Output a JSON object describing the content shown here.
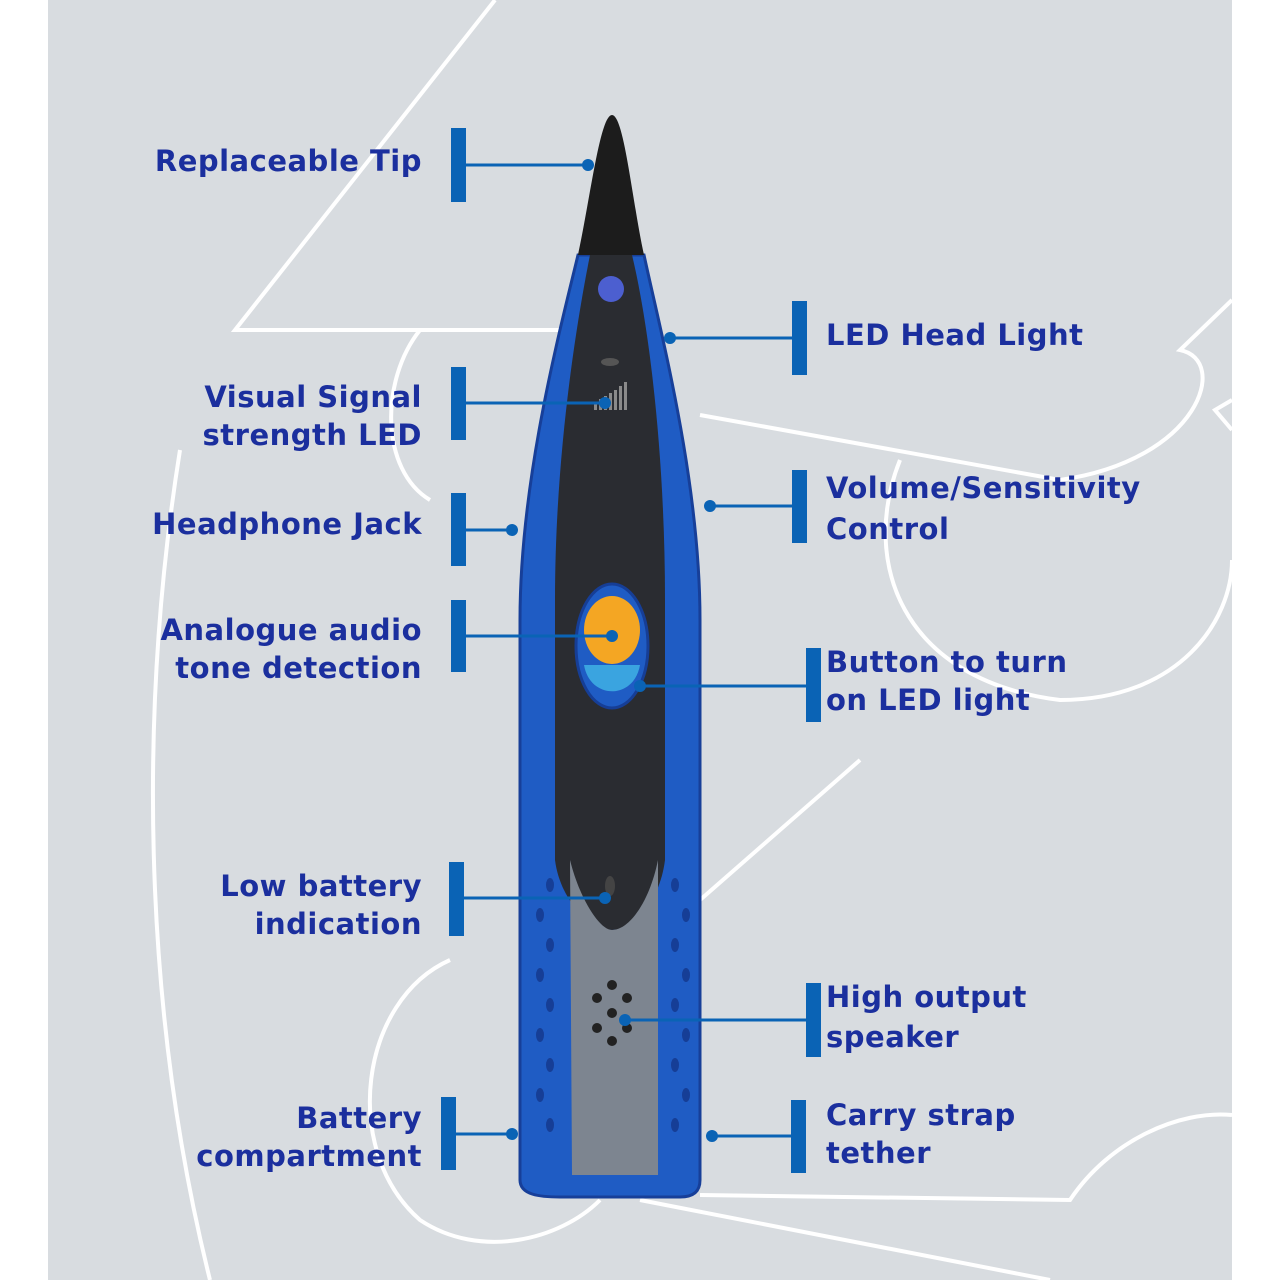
{
  "labels": {
    "replaceable_tip": [
      "Replaceable Tip"
    ],
    "visual_signal": [
      "Visual Signal",
      "strength LED"
    ],
    "headphone_jack": [
      "Headphone Jack"
    ],
    "analogue_audio": [
      "Analogue audio",
      "tone detection"
    ],
    "low_battery": [
      "Low battery",
      "indication"
    ],
    "battery_compartment": [
      "Battery",
      "compartment"
    ],
    "led_head_light": [
      "LED Head Light"
    ],
    "volume_control": [
      "Volume/Sensitivity",
      "Control"
    ],
    "led_button": [
      "Button to turn",
      "on LED light"
    ],
    "speaker": [
      "High output",
      "speaker"
    ],
    "carry_strap": [
      "Carry strap",
      "tether"
    ]
  },
  "colors": {
    "text": "#1b2f9e",
    "callout": "#0a63b5",
    "body": "#1f5cc4",
    "face": "#2a2c31",
    "button": "#f4a623"
  }
}
